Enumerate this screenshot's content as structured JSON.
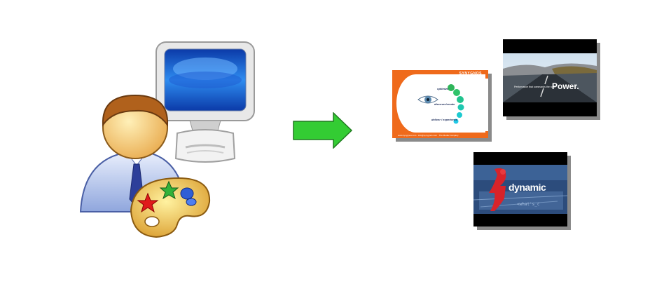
{
  "slides": {
    "orange": {
      "brand": "SYNYGNOS",
      "items": [
        "optimize",
        "discover/create",
        "deliver / experience"
      ],
      "footer": "www.synygnos.com  ·  info@synygnos.com  ·  The Media Company"
    },
    "road": {
      "small": "Performance that commands the road.",
      "big": "Power."
    },
    "dynamic": {
      "word": "dynamic"
    }
  },
  "colors": {
    "arrow": "#33cc33",
    "orange": "#ef6a1b",
    "shadow": "#8a8a8a"
  }
}
